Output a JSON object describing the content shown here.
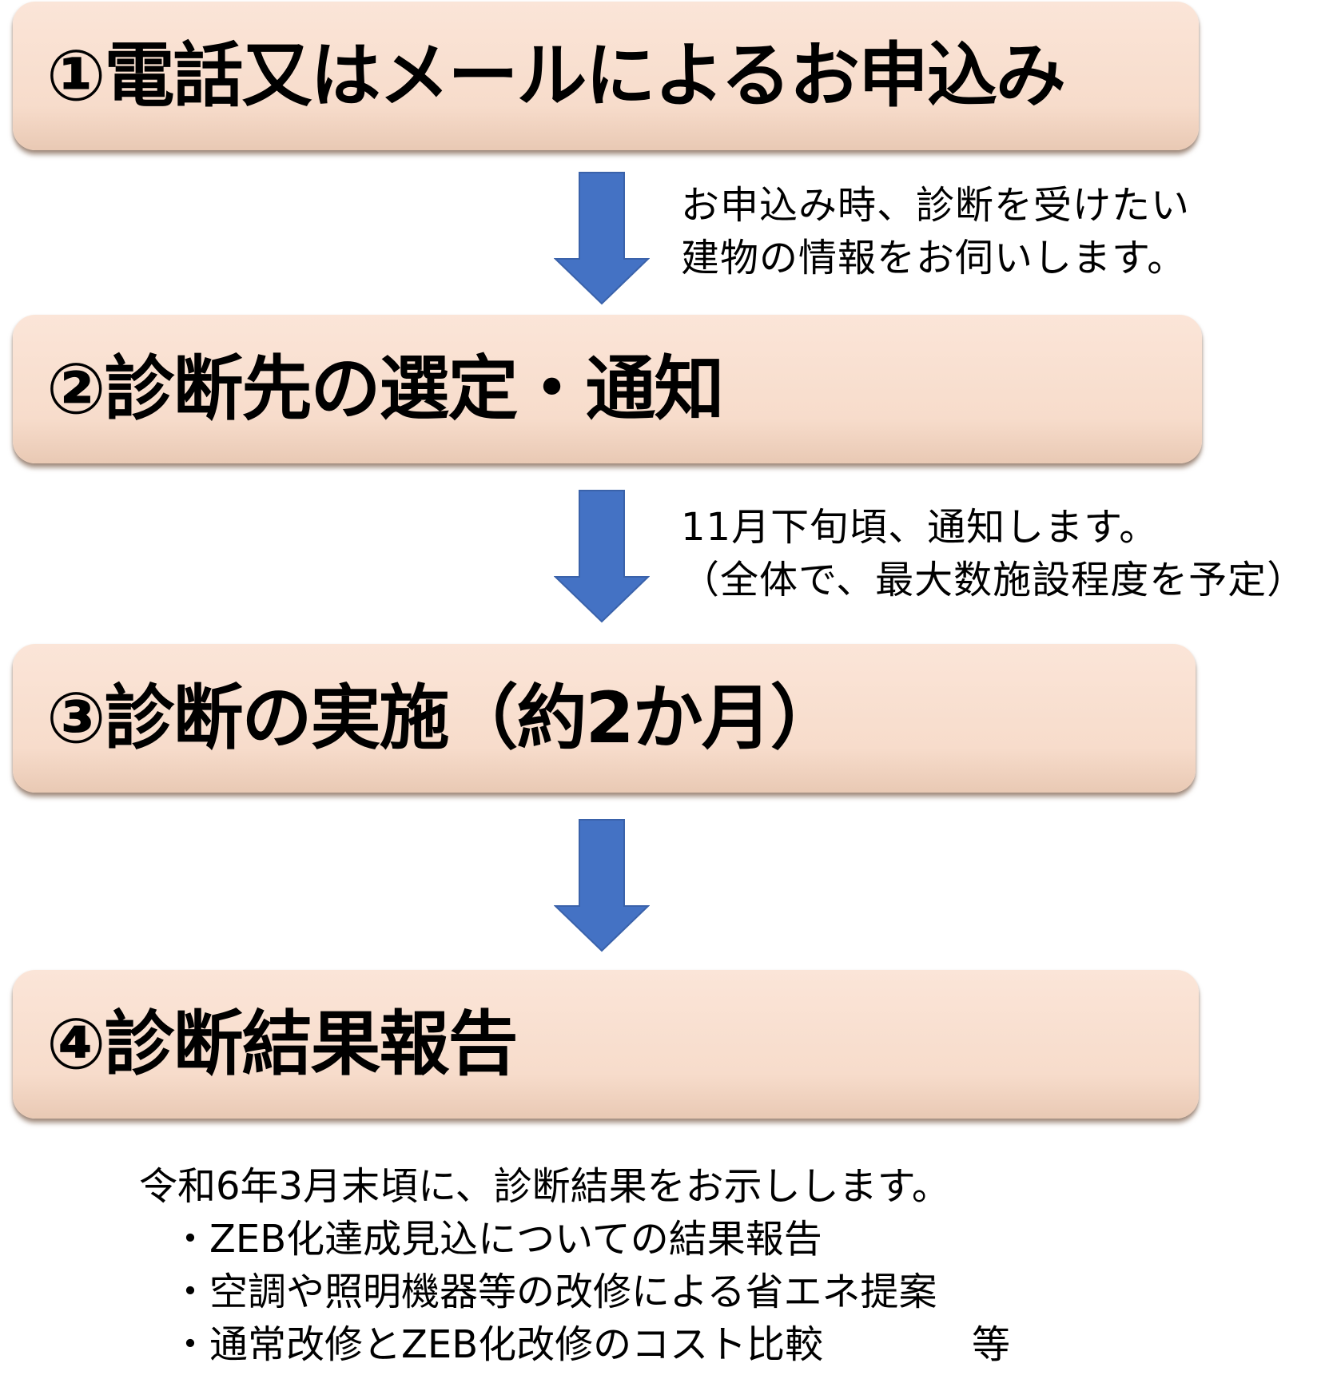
{
  "steps": [
    {
      "label": "①電話又はメールによるお申込み"
    },
    {
      "label": "②診断先の選定・通知"
    },
    {
      "label": "③診断の実施（約2か月）"
    },
    {
      "label": "④診断結果報告"
    }
  ],
  "notes": [
    {
      "lines": [
        "お申込み時、診断を受けたい",
        "建物の情報をお伺いします。"
      ]
    },
    {
      "lines": [
        "11月下旬頃、通知します。",
        "（全体で、最大数施設程度を予定）"
      ]
    }
  ],
  "report": {
    "intro": "令和6年3月末頃に、診断結果をお示しします。",
    "items": [
      "・ZEB化達成見込についての結果報告",
      "・空調や照明機器等の改修による省エネ提案",
      "・通常改修とZEB化改修のコスト比較"
    ],
    "suffix": "等"
  },
  "colors": {
    "box_fill": "#f8dfcf",
    "arrow_fill": "#4472c4",
    "arrow_stroke": "#3a62aa"
  }
}
